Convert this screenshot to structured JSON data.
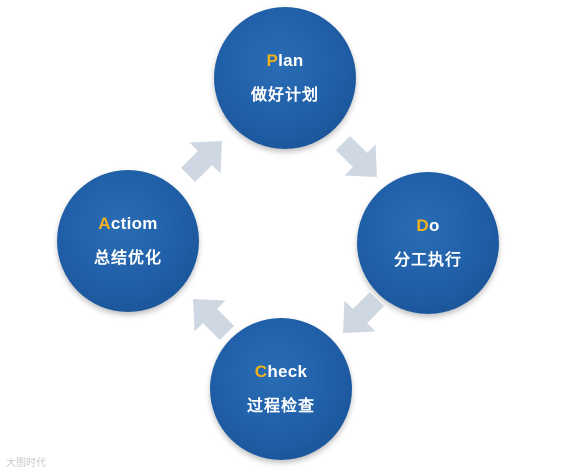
{
  "nodes": {
    "plan": {
      "initial": "P",
      "rest": "lan",
      "label": "做好计划"
    },
    "do": {
      "initial": "D",
      "rest": "o",
      "label": "分工执行"
    },
    "check": {
      "initial": "C",
      "rest": "heck",
      "label": "过程检查"
    },
    "act": {
      "initial": "A",
      "rest": "ctiom",
      "label": "总结优化"
    }
  },
  "colors": {
    "circle": "#1f5ea6",
    "initial_accent": "#f2b21b",
    "text": "#ffffff",
    "arrow": "#cfd7e3"
  },
  "arrow_icon": "block-arrow",
  "watermark": "大图时代"
}
